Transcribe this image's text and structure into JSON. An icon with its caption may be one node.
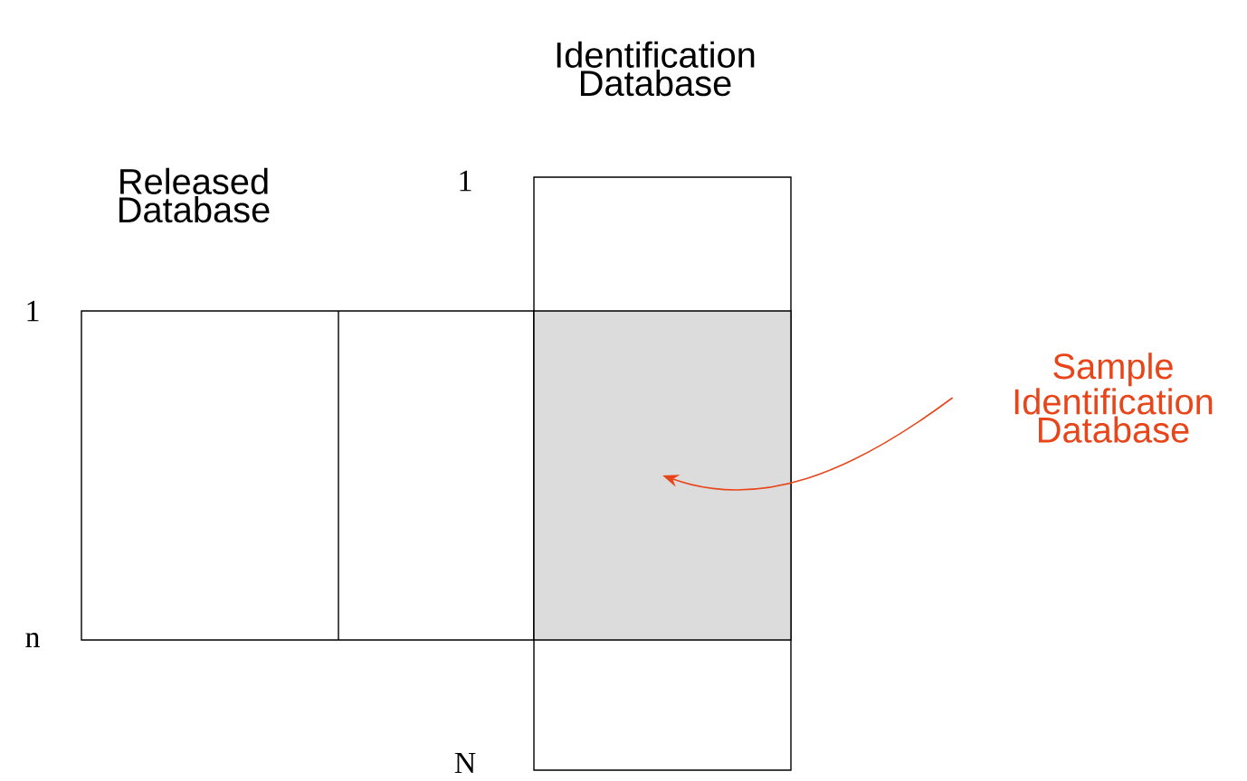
{
  "diagram": {
    "nodes": [
      {
        "text": [
          "Released Database"
        ]
      },
      {
        "text": [
          "Identification Database"
        ]
      },
      {
        "text": [],
        "shape": "box",
        "in": 1
      },
      {
        "text": [
          "Sample Identification Database"
        ]
      }
    ],
    "edges": [
      {
        "from": 3,
        "to": 2,
        "arrow": "to",
        "color": "#e8451a"
      }
    ],
    "labels": [
      "1",
      "n",
      "1",
      "N"
    ]
  }
}
